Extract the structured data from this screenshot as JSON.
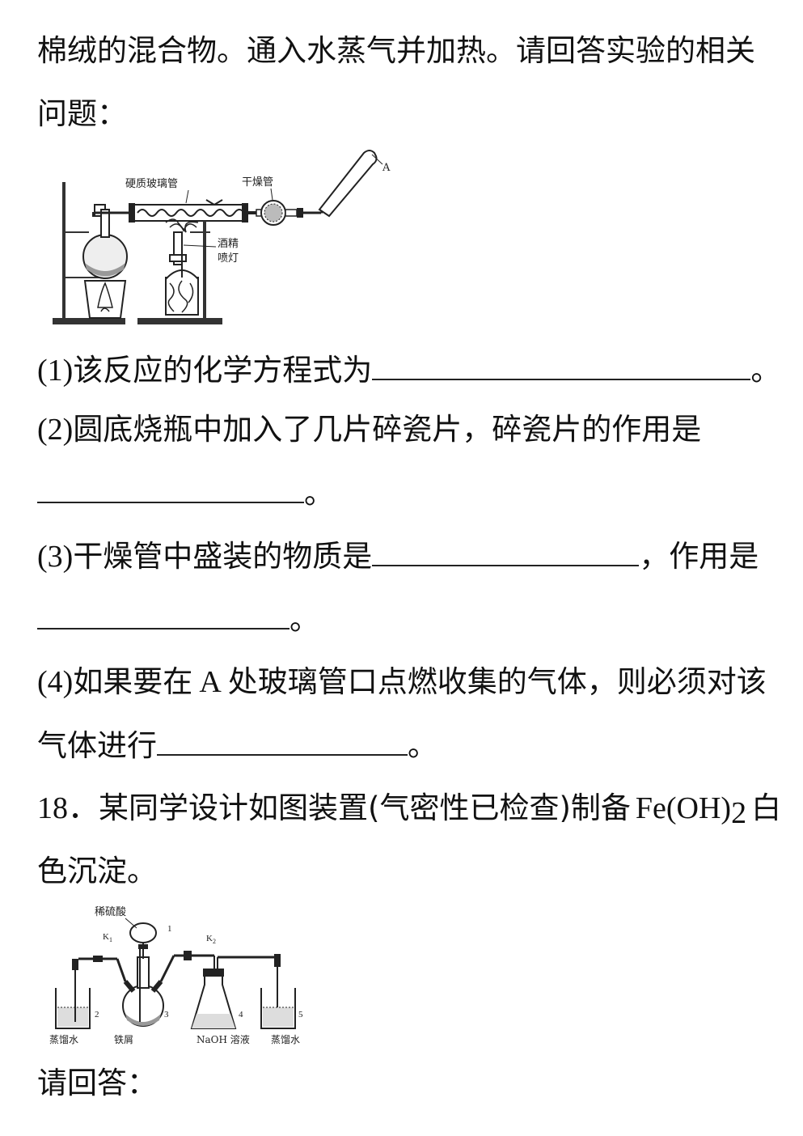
{
  "intro": {
    "line1": "棉绒的混合物。通入水蒸气并加热。请回答实验的相关",
    "line2": "问题："
  },
  "figure1": {
    "label_tube": "硬质玻璃管",
    "label_dryer": "干燥管",
    "label_A": "A",
    "label_lamp1": "酒精",
    "label_lamp2": "喷灯"
  },
  "q1": {
    "num": "(1)",
    "text": "该反应的化学方程式为",
    "end": "。"
  },
  "q2": {
    "num": "(2)",
    "text": "圆底烧瓶中加入了几片碎瓷片，碎瓷片的作用是",
    "end": "。"
  },
  "q3": {
    "num": "(3)",
    "text": "干燥管中盛装的物质是",
    "mid": "，作用是",
    "end": "。"
  },
  "q4": {
    "num": "(4)",
    "text_a": "如果要在",
    "letter": "A",
    "text_b": "处玻璃管口点燃收集的气体，则必须对该",
    "text_c": "气体进行",
    "end": "。"
  },
  "q18": {
    "num": "18．",
    "text_a": "某同学设计如图装置(气密性已检查)制备",
    "formula": "Fe(OH)",
    "subscript": "2",
    "text_b": "白",
    "text_c": "色沉淀。"
  },
  "figure2": {
    "label_acid": "稀硫酸",
    "label_k1": "K",
    "label_k1_sub": "1",
    "label_k2": "K",
    "label_k2_sub": "2",
    "n1": "1",
    "n2": "2",
    "n3": "3",
    "n4": "4",
    "n5": "5",
    "label_water1": "蒸馏水",
    "label_iron": "铁屑",
    "label_naoh": "NaOH 溶液",
    "label_water2": "蒸馏水"
  },
  "answer_prompt": "请回答："
}
